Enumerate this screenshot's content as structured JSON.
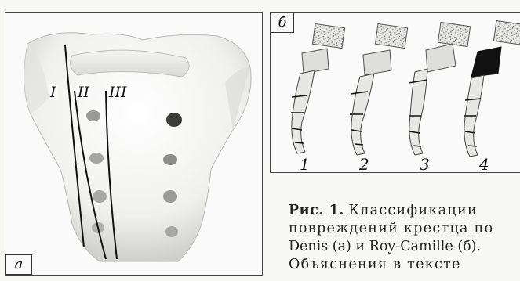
{
  "panel_a": {
    "label": "а",
    "zones": [
      "I",
      "II",
      "III"
    ]
  },
  "panel_b": {
    "label": "б",
    "stages": [
      "1",
      "2",
      "3",
      "4"
    ]
  },
  "caption": {
    "fig_label": "Рис. 1.",
    "line1": "Классификации",
    "line2": "повреждений крестца по",
    "line3": "Denis (а) и Roy-Camille (б).",
    "line4": "Объяснения в тексте"
  }
}
